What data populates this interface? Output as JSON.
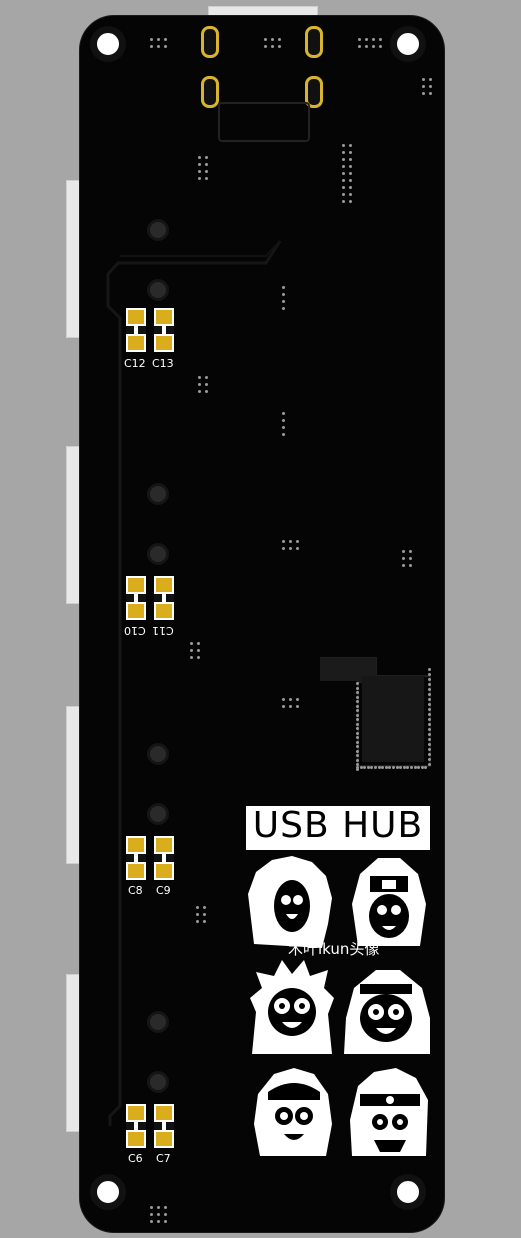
{
  "board": {
    "silk_title": "USB HUB",
    "avatar_caption": "木叶ikun头像",
    "capacitors": [
      {
        "left": "C12",
        "right": "C13",
        "flipped": false
      },
      {
        "left": "C10",
        "right": "C11",
        "flipped": true
      },
      {
        "left": "C8",
        "right": "C9",
        "flipped": false
      },
      {
        "left": "C6",
        "right": "C7",
        "flipped": false
      }
    ]
  },
  "colors": {
    "background": "#a6a6a6",
    "board": "#050505",
    "pad_gold": "#d9ad1c",
    "silkscreen": "#ffffff"
  }
}
